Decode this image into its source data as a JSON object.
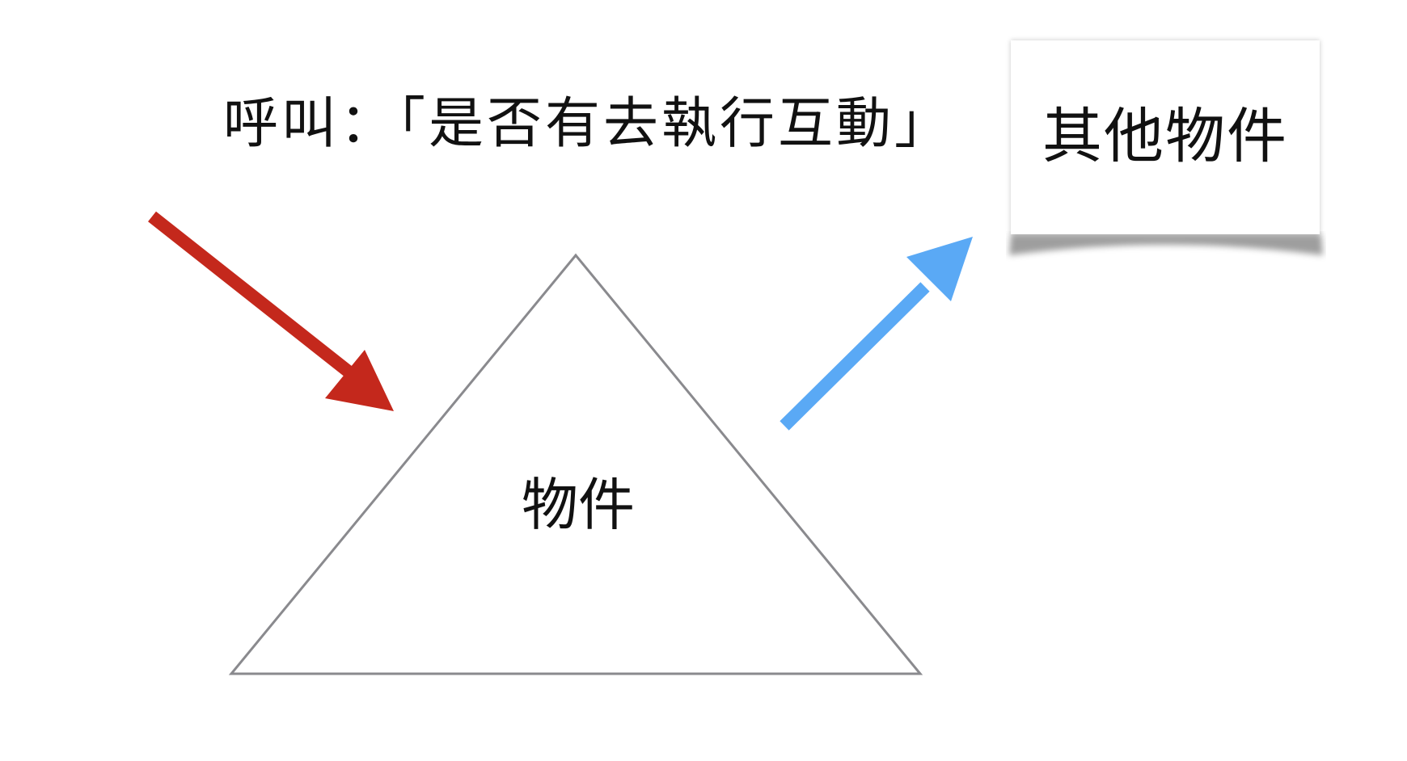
{
  "call_text": "呼叫：「是否有去執行互動」",
  "object": {
    "label": "物件"
  },
  "other_object": {
    "label": "其他物件"
  },
  "colors": {
    "incoming_arrow": "#c4281c",
    "outgoing_arrow": "#5aa9f5",
    "triangle_stroke": "#8a8a8e"
  }
}
